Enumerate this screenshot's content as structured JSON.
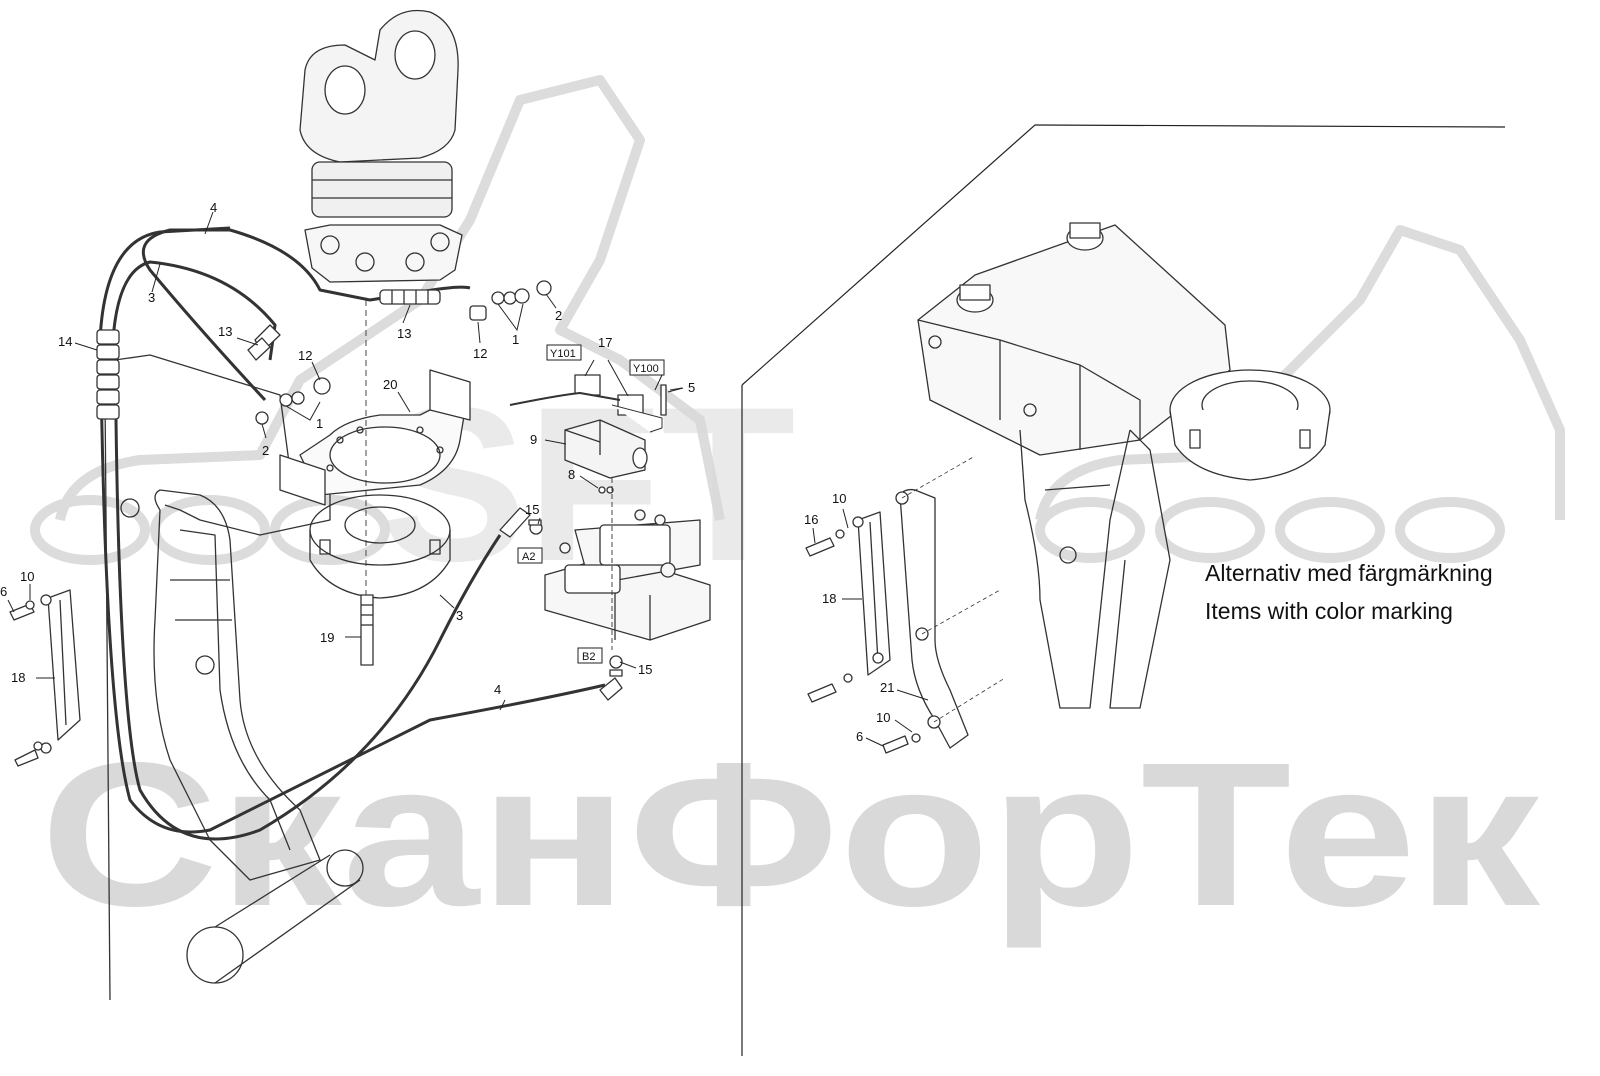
{
  "watermark": {
    "brand_text": "СканФорТек",
    "logo_text": "SFT"
  },
  "note": {
    "line1": "Alternativ med färgmärkning",
    "line2": "Items with color marking"
  },
  "callouts": {
    "n1a": "1",
    "n1b": "1",
    "n2a": "2",
    "n2b": "2",
    "n3a": "3",
    "n3b": "3",
    "n4a": "4",
    "n4b": "4",
    "n5": "5",
    "n6a": "6",
    "n6b": "6",
    "n8": "8",
    "n9": "9",
    "n10a": "10",
    "n10b": "10",
    "n10c": "10",
    "n12a": "12",
    "n12b": "12",
    "n13a": "13",
    "n13b": "13",
    "n14": "14",
    "n15a": "15",
    "n15b": "15",
    "n16": "16",
    "n17": "17",
    "n18a": "18",
    "n18b": "18",
    "n19": "19",
    "n20": "20",
    "n21": "21"
  },
  "boxed_labels": {
    "y101": "Y101",
    "y100": "Y100",
    "a2": "A2",
    "b2": "B2"
  }
}
